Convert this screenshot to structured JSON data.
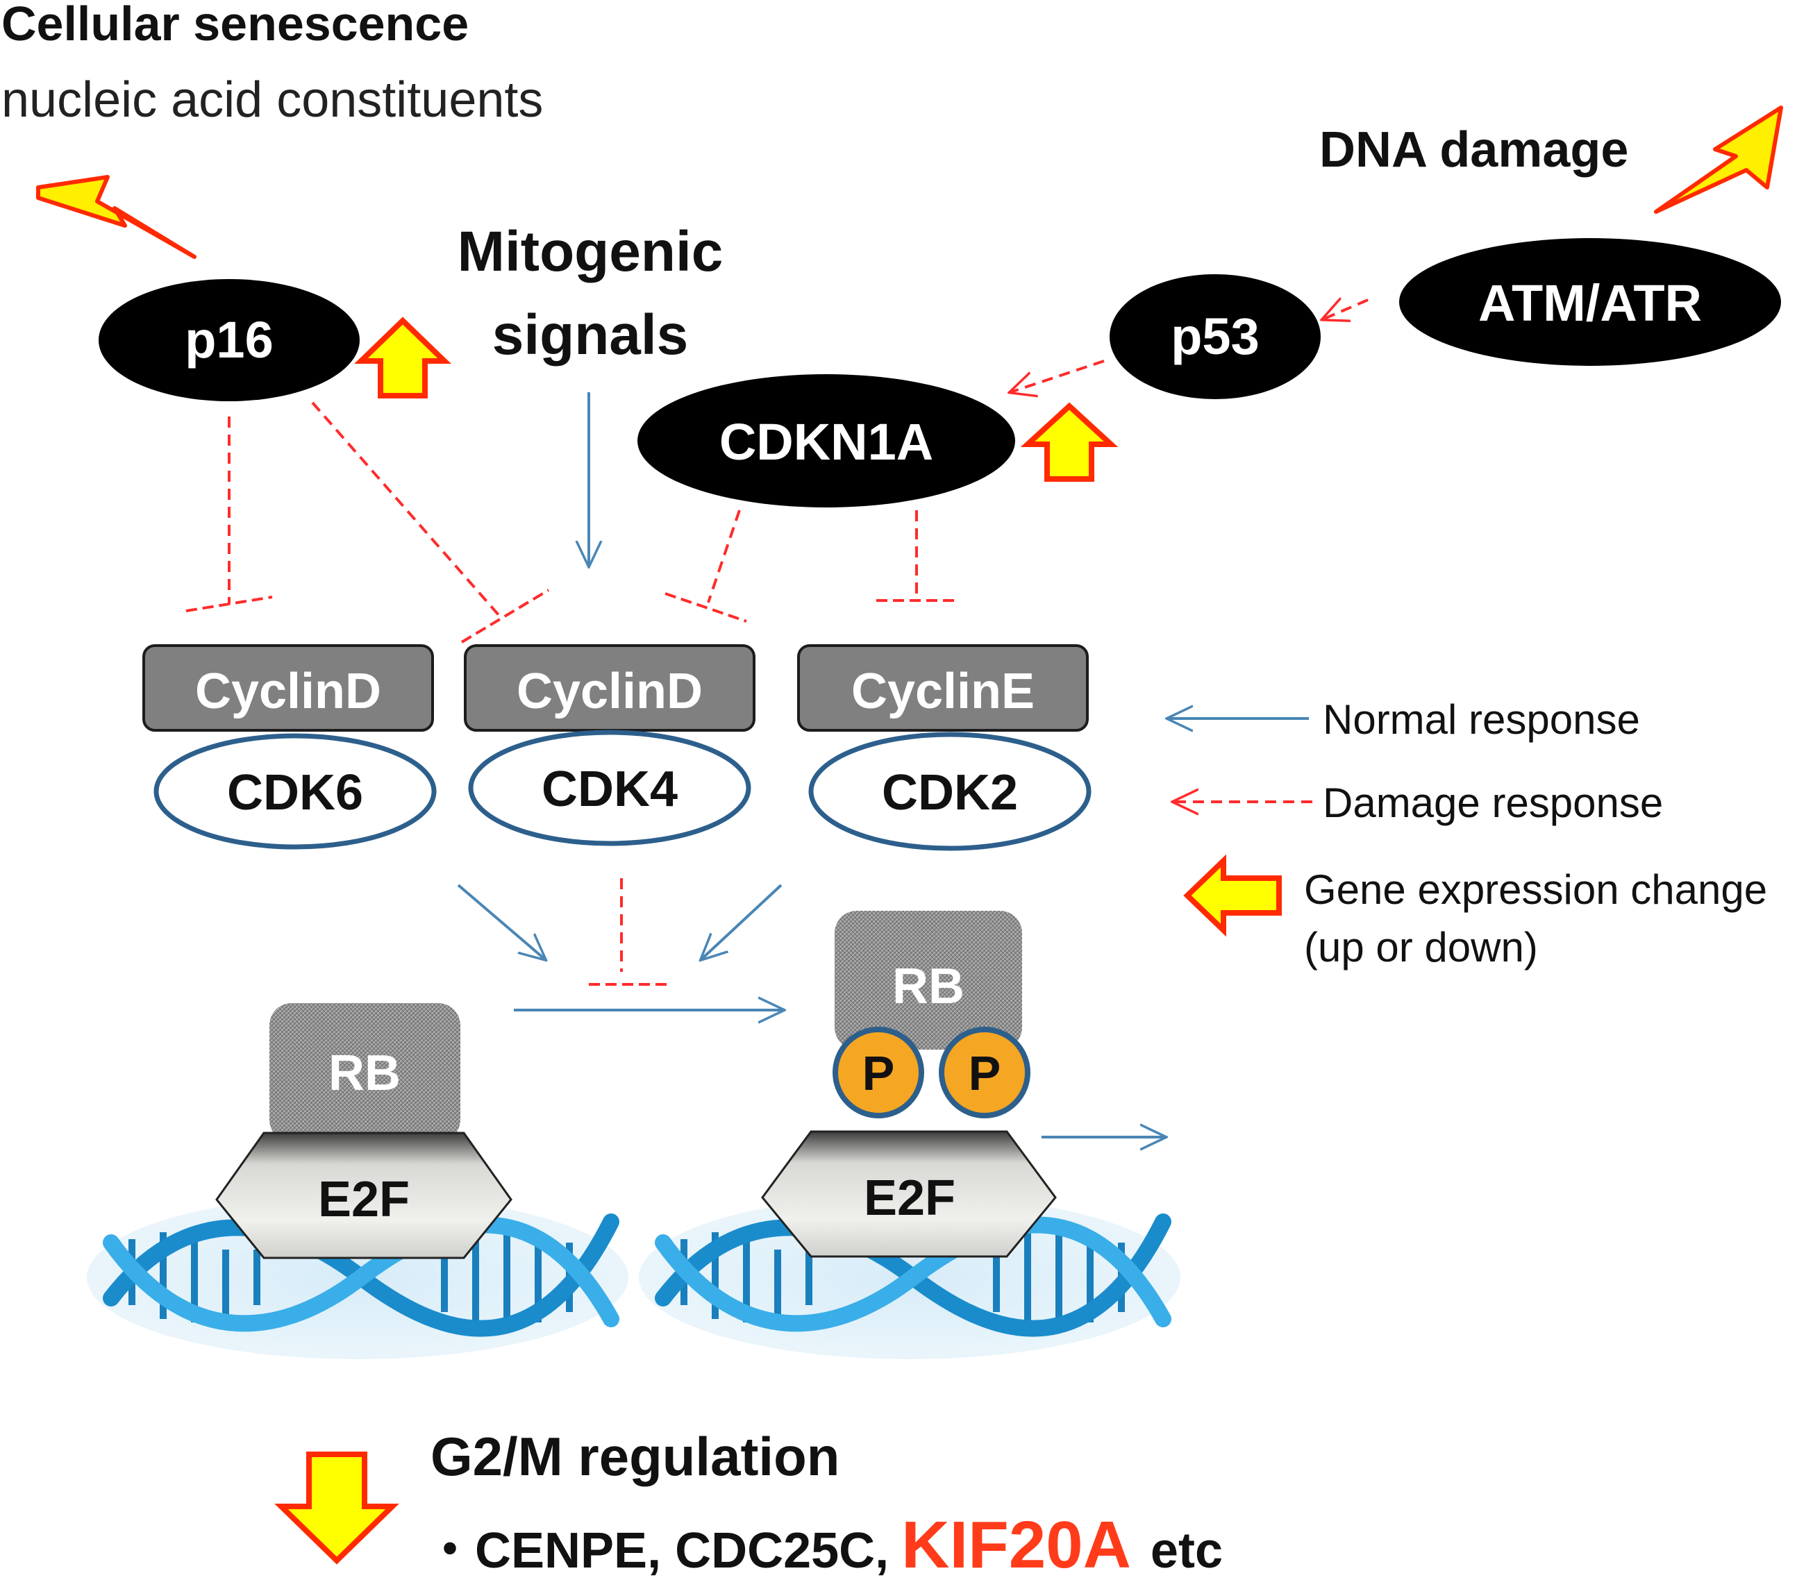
{
  "title": "Cellular senescence",
  "subtitle": "nucleic acid constituents",
  "dna_damage_label": "DNA damage",
  "mitogenic_signals": {
    "line1": "Mitogenic",
    "line2": "signals"
  },
  "nodes": {
    "p16": "p16",
    "p53": "p53",
    "atm_atr": "ATM/ATR",
    "cdkn1a": "CDKN1A"
  },
  "complexes": [
    {
      "cyclin": "CyclinD",
      "cdk": "CDK6"
    },
    {
      "cyclin": "CyclinD",
      "cdk": "CDK4"
    },
    {
      "cyclin": "CyclinE",
      "cdk": "CDK2"
    }
  ],
  "rb_left": {
    "rb": "RB",
    "e2f": "E2F"
  },
  "rb_right": {
    "rb": "RB",
    "p1": "P",
    "p2": "P",
    "e2f": "E2F"
  },
  "legend": {
    "normal": "Normal response",
    "damage": "Damage response",
    "gene_line1": "Gene expression change",
    "gene_line2": "(up or down)"
  },
  "g2m": {
    "title": "G2/M regulation",
    "bullet": "・",
    "genes": "CENPE, CDC25C,",
    "highlight": "KIF20A",
    "etc": "etc"
  },
  "colors": {
    "normal_arrow": "#4a86b5",
    "damage_arrow": "#ff2b2b",
    "node_fill": "#000000",
    "cyclin_fill": "#808080",
    "cdk_stroke": "#2d5f8c",
    "highlight": "#ff3b1a",
    "up_arrow_fill": "#ffff00",
    "up_arrow_stroke": "#ff2a00",
    "dna_blue": "#1a8ccc",
    "phospho_fill": "#f5a623"
  }
}
